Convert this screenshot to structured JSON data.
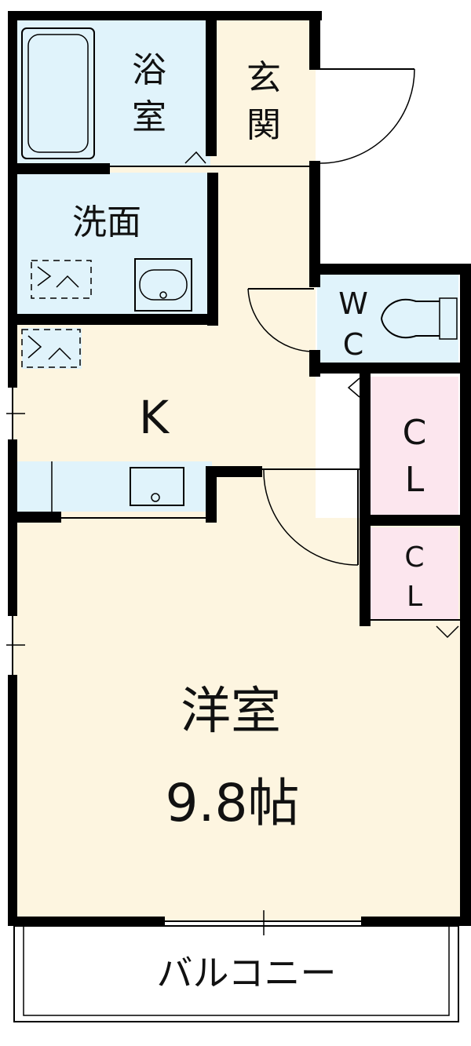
{
  "rooms": {
    "bath": {
      "label_line1": "浴",
      "label_line2": "室"
    },
    "entrance": {
      "label_line1": "玄",
      "label_line2": "関"
    },
    "washroom": {
      "label": "洗面"
    },
    "toilet": {
      "label_line1": "W",
      "label_line2": "C"
    },
    "kitchen": {
      "label": "K"
    },
    "closet_1": {
      "label_line1": "C",
      "label_line2": "L"
    },
    "closet_2": {
      "label_line1": "C",
      "label_line2": "L"
    },
    "western_room": {
      "label": "洋室",
      "size": "9.8帖"
    },
    "balcony": {
      "label": "バルコニー"
    }
  },
  "colors": {
    "floor": "#fdf5e0",
    "wet_area": "#e0f3fb",
    "closet": "#fce6ee",
    "wall": "#000000"
  }
}
